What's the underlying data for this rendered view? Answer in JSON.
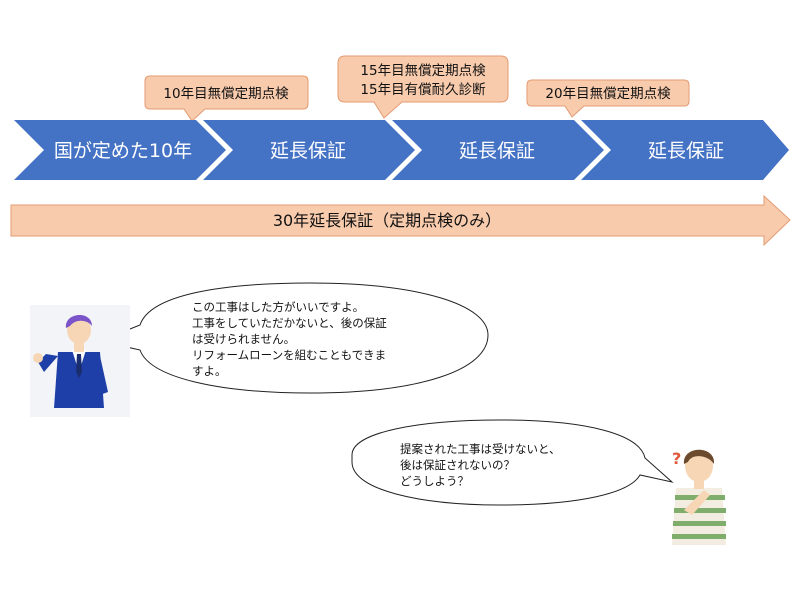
{
  "timeline": {
    "stages": [
      {
        "label": "国が定めた10年"
      },
      {
        "label": "延長保証"
      },
      {
        "label": "延長保証"
      },
      {
        "label": "延長保証"
      }
    ],
    "bar_label": "30年延長保証（定期点検のみ）",
    "callouts": [
      {
        "lines": [
          "10年目無償定期点検"
        ]
      },
      {
        "lines": [
          "15年目無償定期点検",
          "15年目有償耐久診断"
        ]
      },
      {
        "lines": [
          "20年目無償定期点検"
        ]
      }
    ]
  },
  "conversation": {
    "salesperson": {
      "lines": [
        "この工事はした方がいいですよ。",
        "工事をしていただかないと、後の保証",
        "は受けられません。",
        "リフォームローンを組むこともできま",
        "すよ。"
      ]
    },
    "customer": {
      "lines": [
        "提案された工事は受けないと、",
        "後は保証されないの？",
        "どうしよう？"
      ]
    }
  },
  "colors": {
    "chevron": "#4472C4",
    "bar": "#F8CBAD",
    "bar_stroke": "#E39B72",
    "callout": "#F8CBAD",
    "callout_stroke": "#E39B72",
    "bubble_stroke": "#222222",
    "suit": "#1F3FA8",
    "hair_purple": "#7A54C8",
    "hair_brown": "#6B4A2E",
    "shirt_green": "#7FAE6C",
    "skin": "#F7D6B5"
  }
}
